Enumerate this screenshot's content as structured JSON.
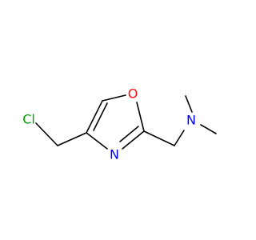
{
  "molecule": {
    "atoms": {
      "cl": {
        "symbol": "Cl",
        "color": "#00a000"
      },
      "o": {
        "symbol": "O",
        "color": "#ff0d0d"
      },
      "n_ring": {
        "symbol": "N",
        "color": "#0000ff"
      },
      "n_amine": {
        "symbol": "N",
        "color": "#0000ff"
      }
    },
    "bond_color": "#000000",
    "background": "#ffffff"
  }
}
